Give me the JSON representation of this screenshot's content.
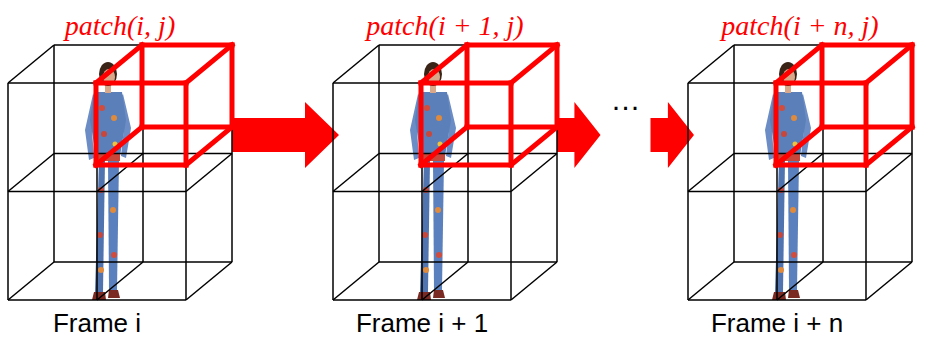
{
  "diagram": {
    "nodes": [
      {
        "text": [
          "Frame i"
        ]
      },
      {
        "text": [
          "patch(i, j)"
        ],
        "in": 0
      },
      {
        "text": [
          "Frame i + 1"
        ]
      },
      {
        "text": [
          "patch(i + 1, j)"
        ],
        "in": 2
      },
      {
        "text": [
          "Frame i + n"
        ]
      },
      {
        "text": [
          "patch(i + n, j)"
        ],
        "in": 4
      }
    ],
    "edges": [
      {
        "from": 0,
        "to": 2,
        "arrow": "to"
      },
      {
        "from": 2,
        "to": 4,
        "arrow": "to",
        "label": "…"
      }
    ]
  }
}
